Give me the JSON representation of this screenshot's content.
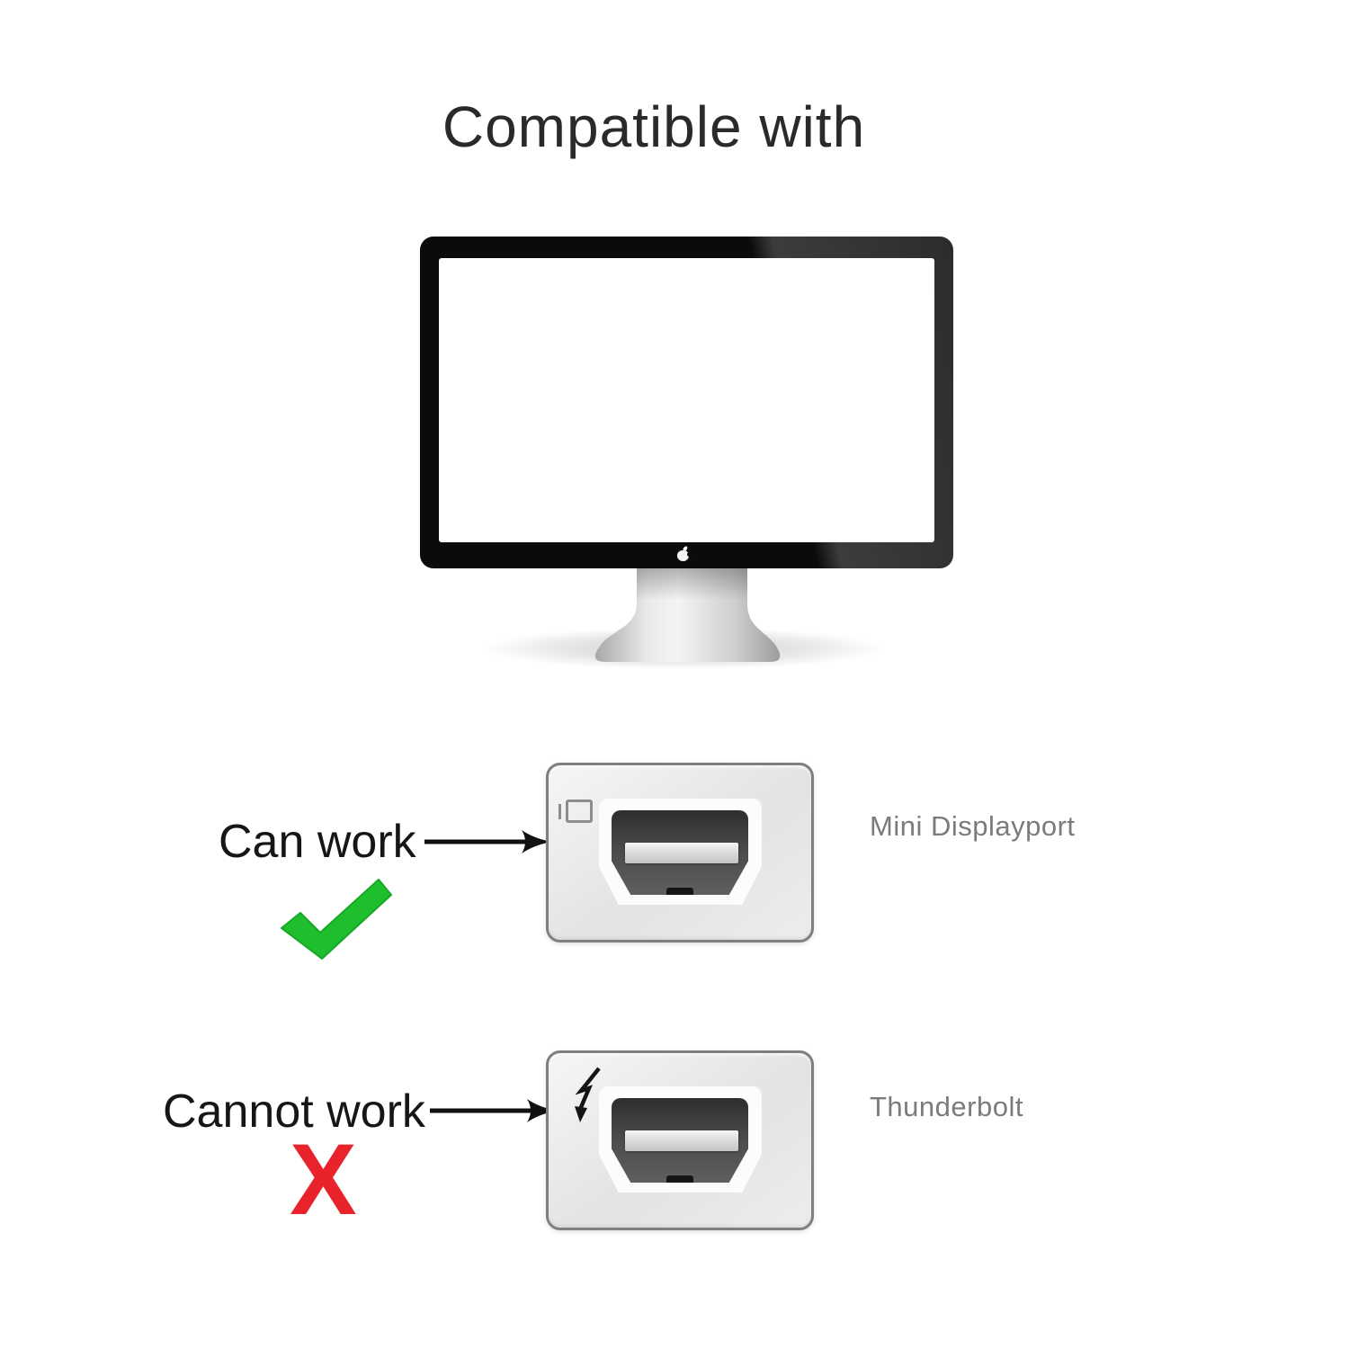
{
  "title": "Compatible with",
  "monitor": {
    "kind": "blank desktop display illustration",
    "logo_icon": "apple-logo-icon"
  },
  "rows": [
    {
      "status_label": "Can work",
      "mark": "check",
      "mark_icon": "check-icon",
      "connector_icon": "arrow-right-icon",
      "port_icon": "mini-displayport-icon",
      "port_label": "Mini Displayport"
    },
    {
      "status_label": "Cannot work",
      "mark": "cross",
      "mark_icon": "x-icon",
      "cross_char": "X",
      "connector_icon": "arrow-right-icon",
      "port_icon": "thunderbolt-icon",
      "port_label": "Thunderbolt"
    }
  ],
  "colors": {
    "check_green": "#1fbe2f",
    "cross_red": "#e8232b",
    "port_label_gray": "#7b7b7b",
    "text_color": "#161616",
    "plate_border_gray": "#7f7f7f"
  }
}
